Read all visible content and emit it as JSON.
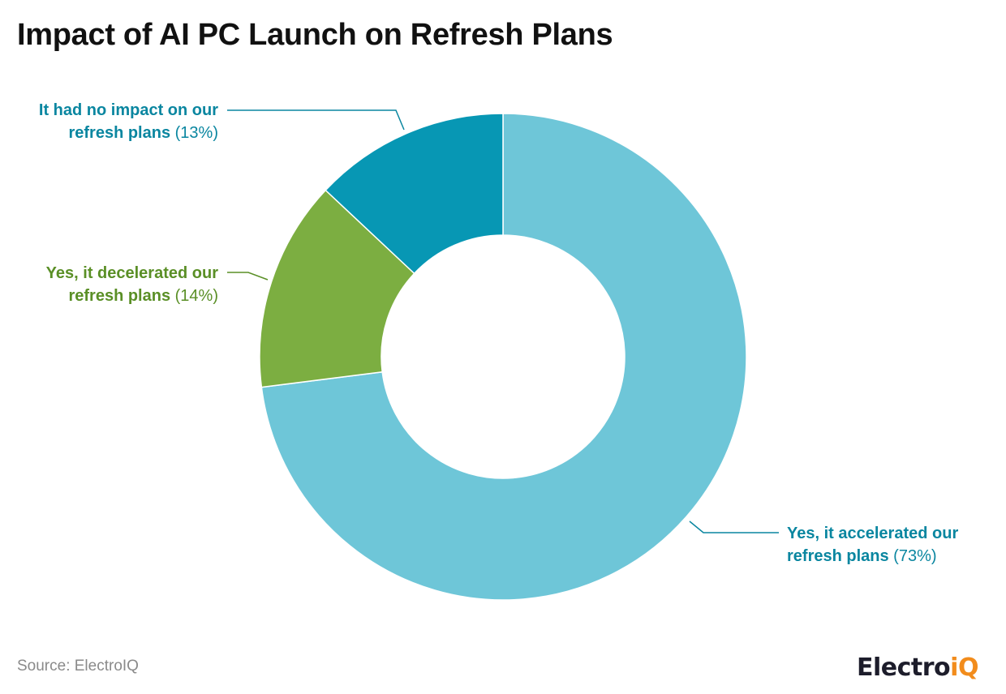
{
  "title": "Impact of AI PC Launch on Refresh Plans",
  "source": "Source: ElectroIQ",
  "logo": {
    "main": "Electro",
    "accent": "iQ",
    "accent_color": "#f28c1c",
    "main_color": "#1d1d2b"
  },
  "labels": {
    "no_impact": {
      "line1": "It had no impact on our",
      "line2": "refresh plans",
      "pct": "(13%)",
      "color": "#0a86a0"
    },
    "decelerated": {
      "line1": "Yes, it decelerated our",
      "line2": "refresh plans",
      "pct": "(14%)",
      "color": "#5a8f26"
    },
    "accelerated": {
      "line1": "Yes, it accelerated our",
      "line2": "refresh plans",
      "pct": "(73%)",
      "color": "#0a86a0"
    }
  },
  "chart_data": {
    "type": "pie",
    "subtype": "donut",
    "title": "Impact of AI PC Launch on Refresh Plans",
    "categories": [
      "Yes, it accelerated our refresh plans",
      "Yes, it decelerated our refresh plans",
      "It had no impact on our refresh plans"
    ],
    "values": [
      73,
      14,
      13
    ],
    "unit": "%",
    "colors": [
      "#6ec6d8",
      "#7cae41",
      "#0797b4"
    ],
    "start_angle": "12 o'clock, clockwise",
    "legend": "none (direct labels with leader lines)",
    "source": "ElectroIQ"
  }
}
